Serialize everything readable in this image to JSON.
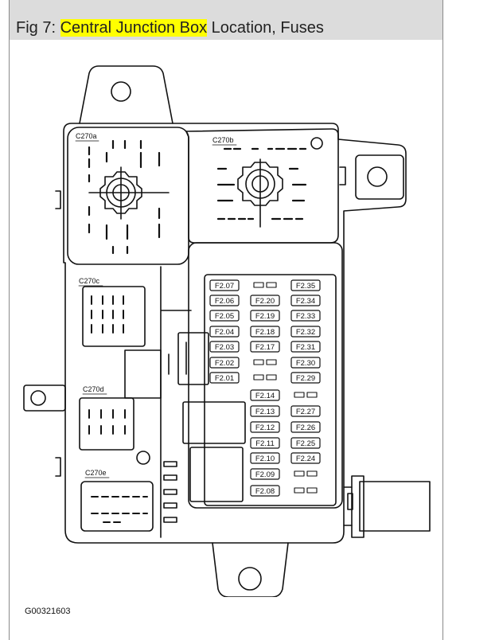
{
  "caption": {
    "prefix": "Fig 7: ",
    "highlight": "Central Junction Box",
    "suffix": " Location, Fuses",
    "highlight_color": "#ffff00"
  },
  "connectors": {
    "a": "C270a",
    "b": "C270b",
    "c": "C270c",
    "d": "C270d",
    "e": "C270e"
  },
  "fuses": {
    "left": [
      "F2.07",
      "F2.06",
      "F2.05",
      "F2.04",
      "F2.03",
      "F2.02",
      "F2.01"
    ],
    "middle": [
      "F2.20",
      "F2.19",
      "F2.18",
      "F2.17",
      "F2.14",
      "F2.13",
      "F2.12",
      "F2.11",
      "F2.10",
      "F2.09",
      "F2.08"
    ],
    "right": [
      "F2.35",
      "F2.34",
      "F2.33",
      "F2.32",
      "F2.31",
      "F2.30",
      "F2.29",
      "F2.27",
      "F2.26",
      "F2.25",
      "F2.24"
    ]
  },
  "figure_code": "G00321603"
}
